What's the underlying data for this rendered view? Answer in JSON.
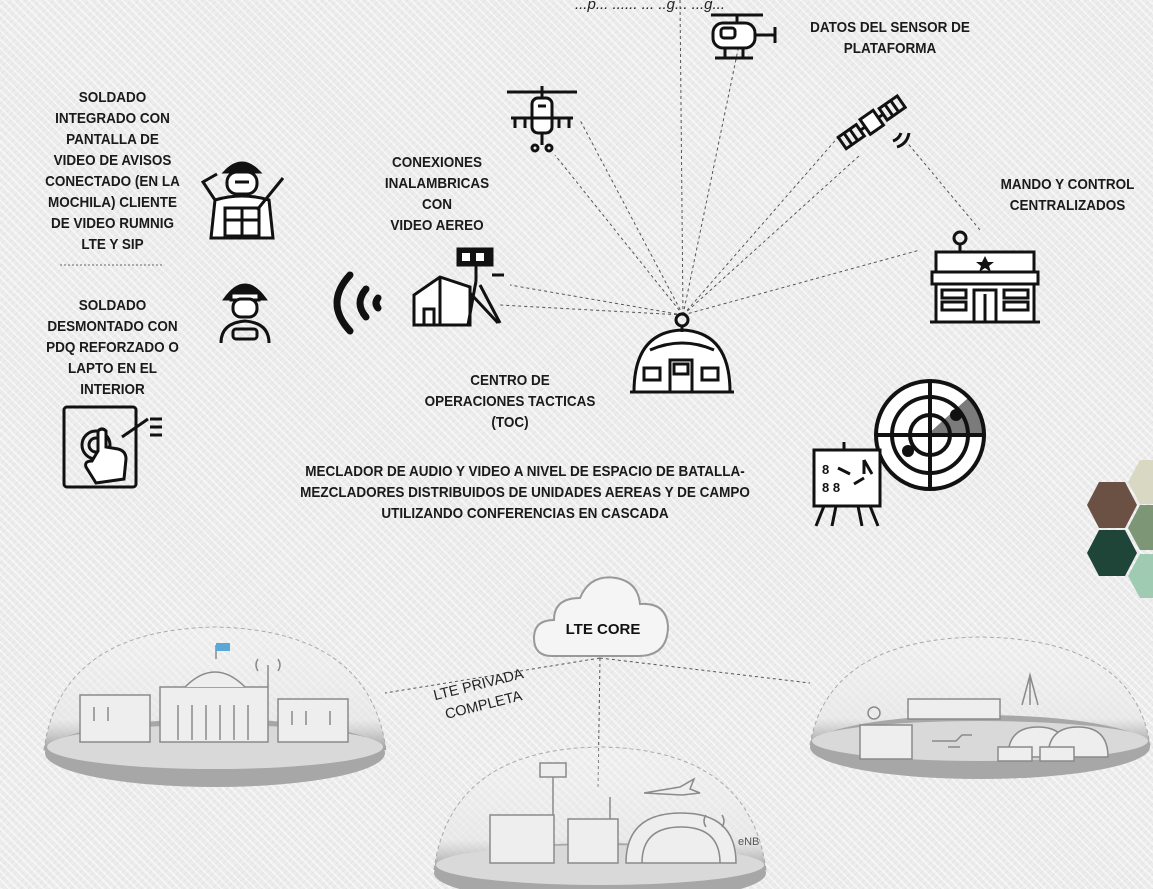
{
  "header": {
    "title_fragment": "...p... ...... ... ..g... ...g..."
  },
  "labels": {
    "helicopter_sensor": "DATOS DEL SENSOR DE\nPLATAFORMA",
    "soldier_integrated": "SOLDADO\nINTEGRADO CON\nPANTALLA DE\nVIDEO DE AVISOS\nCONECTADO (EN LA\nMOCHILA) CLIENTE\nDE VIDEO RUMNIG\nLTE Y SIP",
    "soldier_dismounted": "SOLDADO\nDESMONTADO CON\nPDQ REFORZADO O\nLAPTO EN EL\nINTERIOR",
    "wireless_connections": "CONEXIONES\nINALAMBRICAS CON\nVIDEO AEREO",
    "command_control": "MANDO Y CONTROL\nCENTRALIZADOS",
    "toc": "CENTRO DE\nOPERACIONES TACTICAS\n(TOC)",
    "mixer": "MECLADOR DE AUDIO Y VIDEO A NIVEL DE ESPACIO DE BATALLA-\nMEZCLADORES DISTRIBUIDOS DE UNIDADES AEREAS Y DE CAMPO\nUTILIZANDO CONFERENCIAS EN CASCADA",
    "lte_core": "LTE CORE",
    "lte_private": "LTE PRIVADA\nCOMPLETA",
    "enb": "eNB"
  },
  "icons": {
    "small_helicopter": "helicopter-icon",
    "attack_helicopter": "attack-helicopter-icon",
    "satellite": "satellite-icon",
    "soldier_saluting": "soldier-saluting-icon",
    "soldier_helmet": "soldier-helmet-icon",
    "wireless_waves": "wireless-signal-icon",
    "field_tent": "field-camp-antenna-icon",
    "toc_dome": "toc-dome-icon",
    "hq_building": "headquarters-building-icon",
    "touch_screen": "touch-screen-icon",
    "radar": "radar-icon",
    "tactics_board": "tactics-board-icon",
    "cloud": "cloud-icon"
  },
  "colors": {
    "hex_brown": "#6b5143",
    "hex_cream": "#d9d8c2",
    "hex_darkgreen": "#1e4537",
    "hex_sage": "#7c9676",
    "hex_mint": "#9fcbb3"
  }
}
